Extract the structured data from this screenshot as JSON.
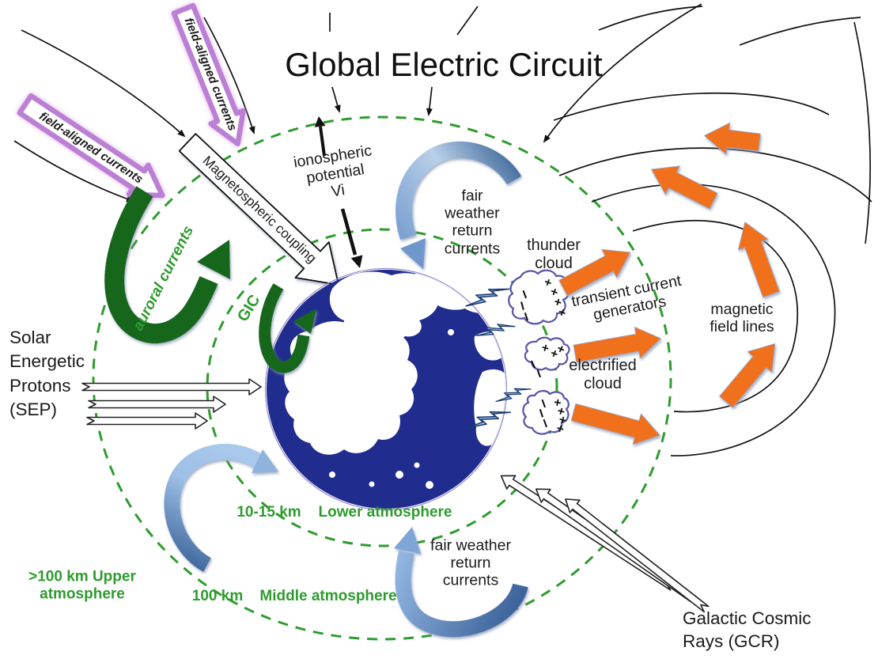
{
  "title": "Global Electric Circuit",
  "colors": {
    "green_dashed": "#2E9B2E",
    "green_text": "#2E9B2E",
    "dark_green_arrow": "#15661A",
    "orange_arrow": "#F0701F",
    "blue_arrow_light": "#A9C9EC",
    "blue_arrow_dark": "#3F669C",
    "globe_ocean": "#212C8F",
    "purple_arrow_outline": "#BB7FD4",
    "cloud_outline": "#5B58A8"
  },
  "labels": {
    "field_aligned_top": "field-aligned currents",
    "field_aligned_left": "field-aligned currents",
    "magnetospheric_coupling": "Magnetospheric coupling",
    "ionospheric_potential": "ionospheric\npotential\nVi",
    "auroral_currents": "auroral currents",
    "gic": "GIC",
    "fair_weather_top": "fair\nweather\nreturn\ncurrents",
    "thunder_cloud": "thunder\ncloud",
    "transient_generators": "transient current\ngenerators",
    "electrified_cloud": "electrified\ncloud",
    "magnetic_field_lines": "magnetic\nfield lines",
    "sep": "Solar\nEnergetic\nProtons\n(SEP)",
    "gcr": "Galactic Cosmic\nRays (GCR)",
    "upper_atmosphere": ">100 km Upper\natmosphere",
    "alt_100km": "100 km",
    "middle_atmosphere": "Middle atmosphere",
    "alt_10_15km": "10-15 km",
    "lower_atmosphere": "Lower atmosphere",
    "fair_weather_bottom": "fair weather\nreturn\ncurrents"
  },
  "charges": {
    "positive": "+",
    "negative": "–"
  }
}
